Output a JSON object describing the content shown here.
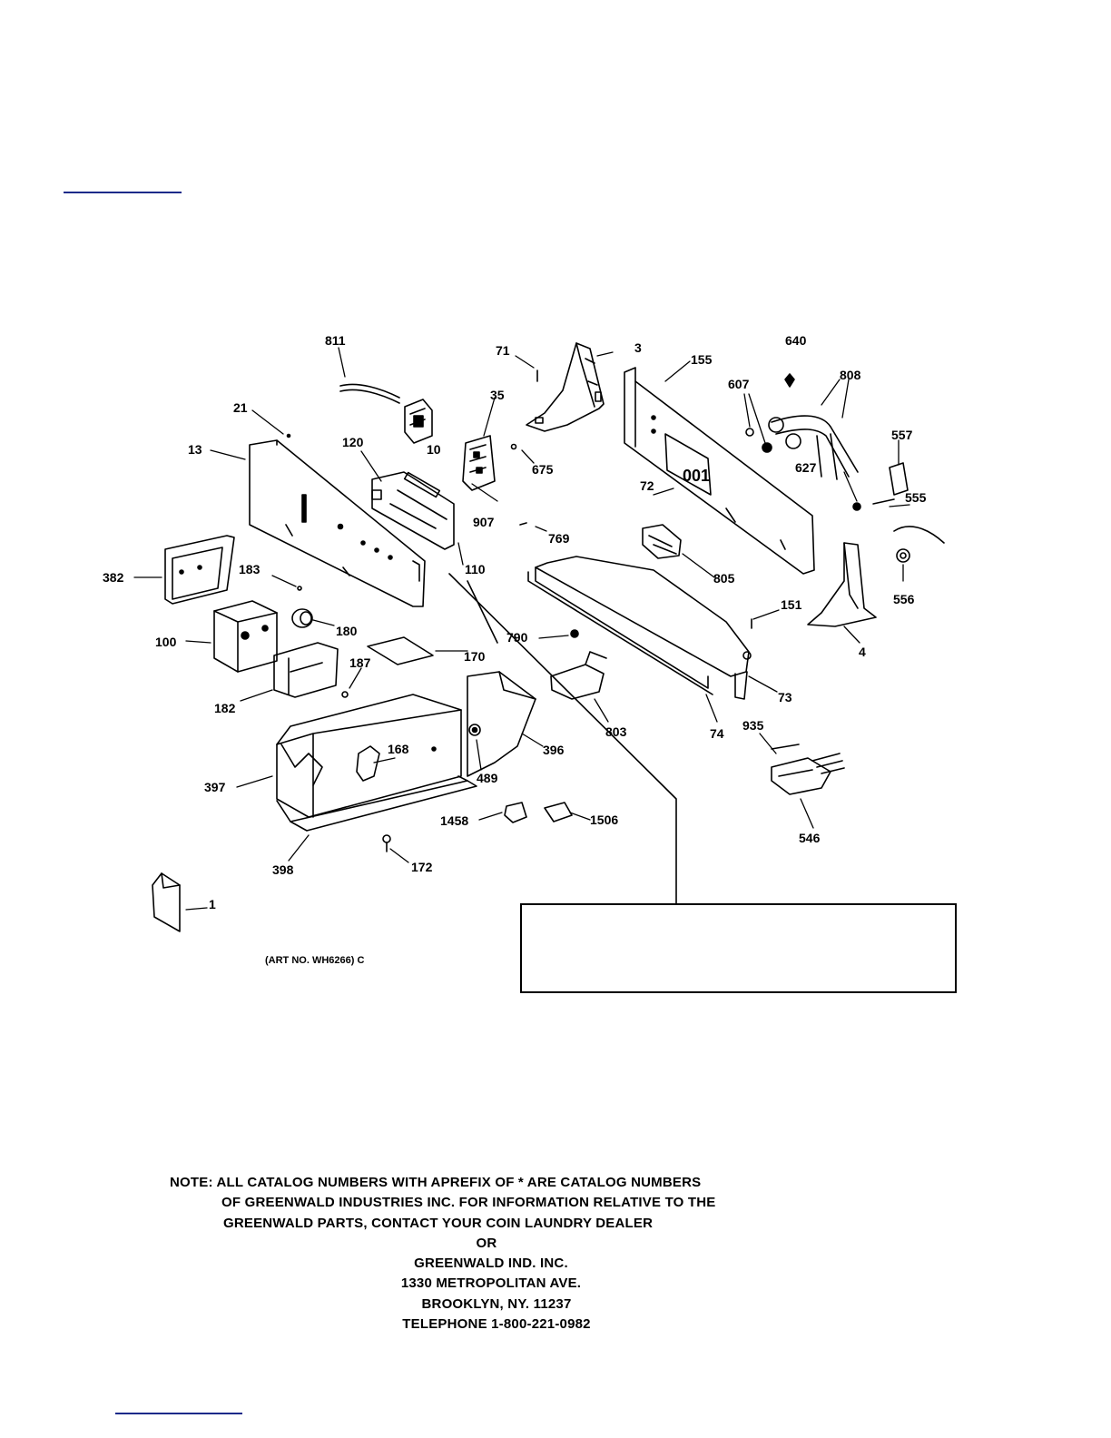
{
  "diagram": {
    "labels": {
      "l811": "811",
      "l21": "21",
      "l13": "13",
      "l120": "120",
      "l10": "10",
      "l71": "71",
      "l3": "3",
      "l35": "35",
      "l675": "675",
      "l907": "907",
      "l110": "110",
      "l155": "155",
      "l640": "640",
      "l607": "607",
      "l808": "808",
      "l557": "557",
      "l627": "627",
      "l72": "72",
      "l555": "555",
      "l769": "769",
      "l805": "805",
      "l556": "556",
      "l382": "382",
      "l183": "183",
      "l151": "151",
      "l4": "4",
      "l100": "100",
      "l180": "180",
      "l790": "790",
      "l170": "170",
      "l187": "187",
      "l73": "73",
      "l182": "182",
      "l803": "803",
      "l74": "74",
      "l935": "935",
      "l168": "168",
      "l396": "396",
      "l489": "489",
      "l397": "397",
      "l1458": "1458",
      "l1506": "1506",
      "l546": "546",
      "l398": "398",
      "l172": "172",
      "l1": "1"
    },
    "art_number": "(ART NO. WH6266) C"
  },
  "note": {
    "line1": "NOTE: ALL CATALOG NUMBERS WITH APREFIX OF * ARE CATALOG NUMBERS",
    "line2": "OF GREENWALD INDUSTRIES INC. FOR INFORMATION RELATIVE TO THE",
    "line3": "GREENWALD PARTS, CONTACT YOUR COIN LAUNDRY DEALER",
    "line4": "OR",
    "line5": "GREENWALD IND. INC.",
    "line6": "1330 METROPOLITAN AVE.",
    "line7": "BROOKLYN, NY. 11237",
    "line8": "TELEPHONE 1-800-221-0982"
  }
}
